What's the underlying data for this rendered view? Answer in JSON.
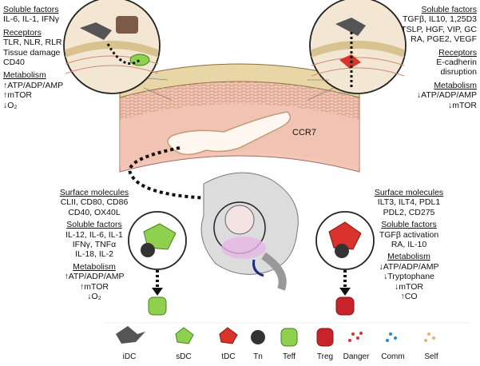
{
  "top_left": {
    "soluble_title": "Soluble factors",
    "soluble_lines": [
      "IL-6, IL-1, IFNγ"
    ],
    "receptors_title": "Receptors",
    "receptors_lines": [
      "TLR, NLR, RLR",
      "Tissue damage",
      "CD40"
    ],
    "metabolism_title": "Metabolism",
    "metabolism_lines": [
      "↑ATP/ADP/AMP",
      "↑mTOR",
      "↓O₂"
    ]
  },
  "top_right": {
    "soluble_title": "Soluble factors",
    "soluble_lines": [
      "TGFβ, IL10, 1,25D3",
      "TSLP, HGF, VIP, GC",
      "RA, PGE2, VEGF"
    ],
    "receptors_title": "Receptors",
    "receptors_lines": [
      "E-cadherin",
      "disruption"
    ],
    "metabolism_title": "Metabolism",
    "metabolism_lines": [
      "↓ATP/ADP/AMP",
      "↓mTOR"
    ]
  },
  "ccr7_label": "CCR7",
  "bottom_left": {
    "surface_title": "Surface molecules",
    "surface_lines": [
      "CLII, CD80, CD86",
      "CD40, OX40L"
    ],
    "soluble_title": "Soluble factors",
    "soluble_lines": [
      "IL-12, IL-6, IL-1",
      "IFNγ, TNFα",
      "IL-18, IL-2"
    ],
    "metabolism_title": "Metabolism",
    "metabolism_lines": [
      "↑ATP/ADP/AMP",
      "↑mTOR",
      "↓O₂"
    ]
  },
  "bottom_right": {
    "surface_title": "Surface molecules",
    "surface_lines": [
      "ILT3, ILT4, PDL1",
      "PDL2, CD275"
    ],
    "soluble_title": "Soluble factors",
    "soluble_lines": [
      "TGFβ activation",
      "RA, IL-10"
    ],
    "metabolism_title": "Metabolism",
    "metabolism_lines": [
      "↓ATP/ADP/AMP",
      "↓Tryptophane",
      "↓mTOR",
      "↑CO"
    ]
  },
  "legend": [
    {
      "label": "iDC",
      "color": "#555555"
    },
    {
      "label": "sDC",
      "color": "#8fd14f"
    },
    {
      "label": "tDC",
      "color": "#d9332b"
    },
    {
      "label": "Tn",
      "color": "#333333"
    },
    {
      "label": "Teff",
      "color": "#8fd14f"
    },
    {
      "label": "Treg",
      "color": "#c8232b"
    },
    {
      "label": "Danger",
      "color": "#d9332b"
    },
    {
      "label": "Comm",
      "color": "#2e86c1"
    },
    {
      "label": "Self",
      "color": "#e8b07a"
    }
  ]
}
